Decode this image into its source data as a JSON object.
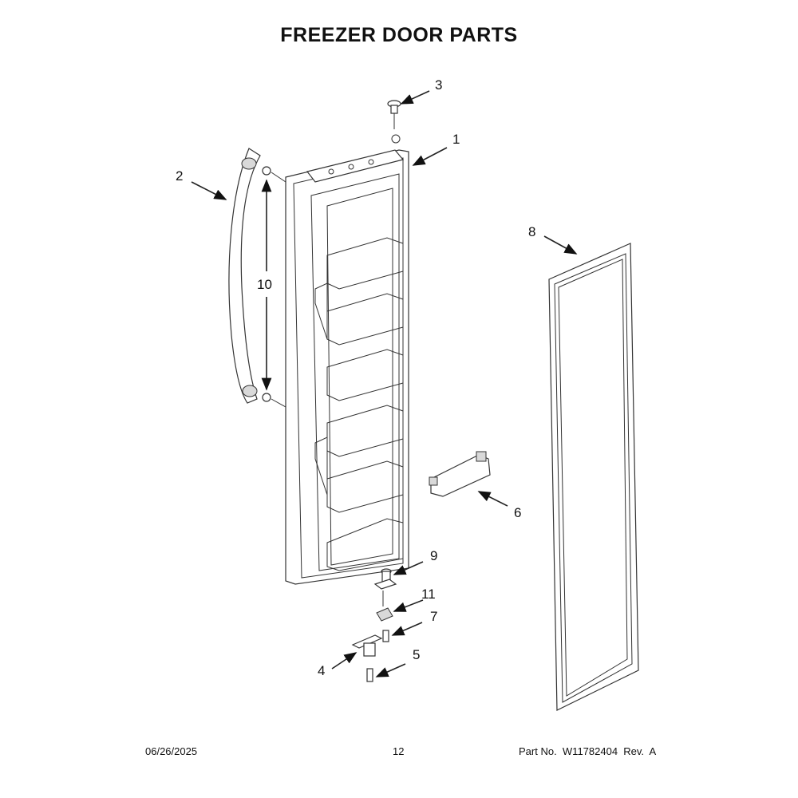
{
  "title": "FREEZER DOOR PARTS",
  "footer": {
    "date": "06/26/2025",
    "page": "12",
    "part": "Part No.  W11782404  Rev.  A"
  },
  "callouts": {
    "c1": "1",
    "c2": "2",
    "c3": "3",
    "c4": "4",
    "c5": "5",
    "c6": "6",
    "c7": "7",
    "c8": "8",
    "c9": "9",
    "c10": "10",
    "c11": "11"
  }
}
